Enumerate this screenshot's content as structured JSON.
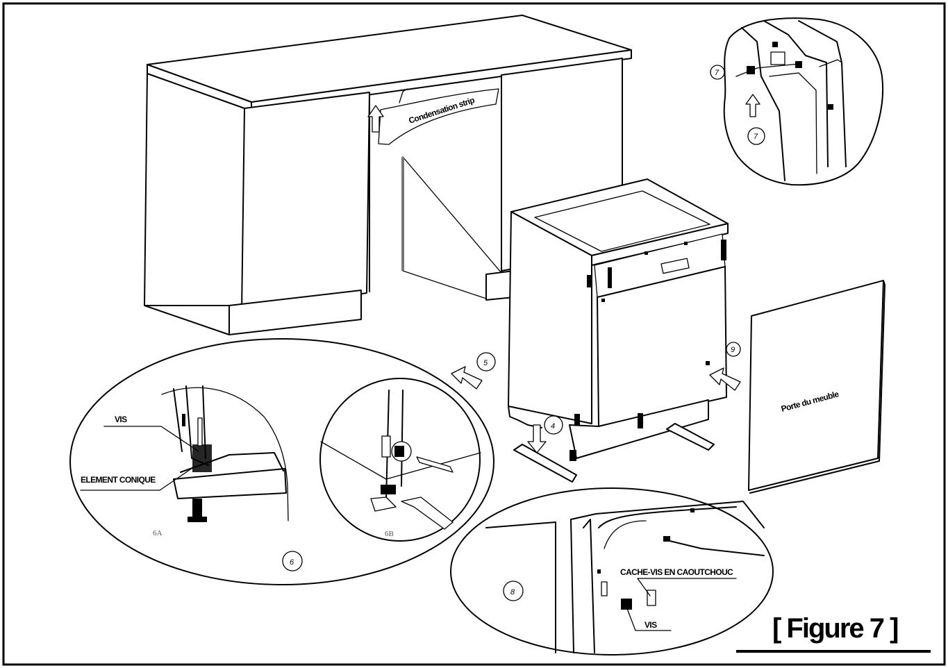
{
  "figure": {
    "caption": "[ Figure 7 ]",
    "labels": {
      "condensation_strip": "Condensation strip",
      "furniture_door": "Porte du meuble",
      "screw_6a": "VIS",
      "conical_element": "ELEMENT CONIQUE",
      "sub_6a": "6A",
      "sub_6b": "6B",
      "rubber_cap": "CACHE-VIS EN CAOUTCHOUC",
      "screw_8": "VIS"
    },
    "steps": {
      "s4": "4",
      "s5": "5",
      "s6": "6",
      "s7": "7",
      "s7b": "7",
      "s8": "8",
      "s9": "9"
    }
  }
}
